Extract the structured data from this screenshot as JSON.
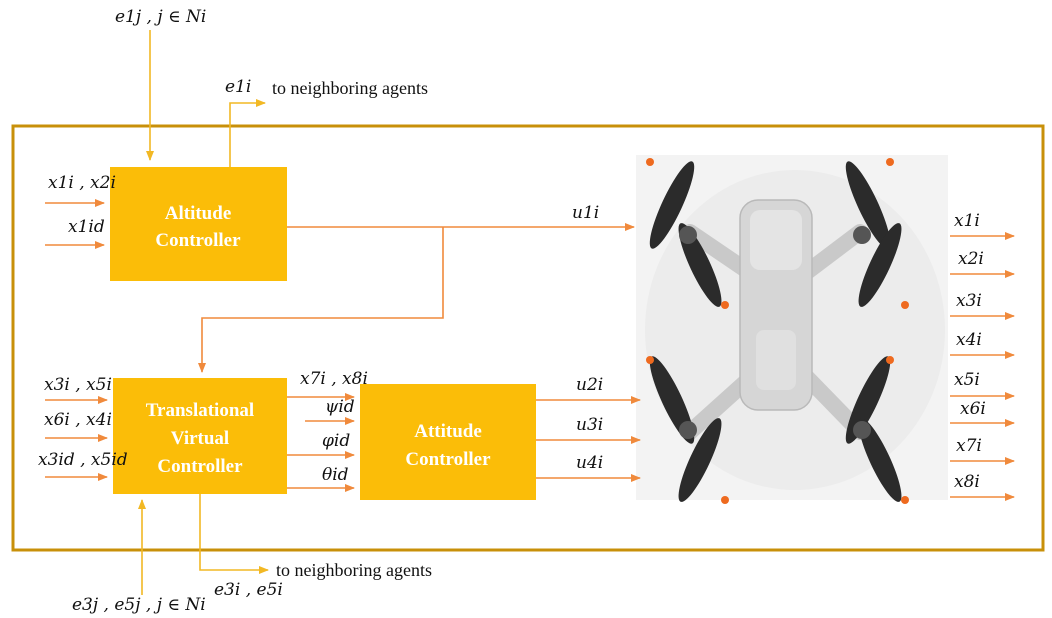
{
  "top_input_label": "e1j , j ∈ Ni",
  "top_output_label": "e1i",
  "top_output_text": "to neighboring agents",
  "bottom_input_label": "e3j , e5j , j ∈ Ni",
  "bottom_output_label": "e3i , e5i",
  "bottom_output_text": "to neighboring agents",
  "blocks": {
    "altitude": {
      "line1": "Altitude",
      "line2": "Controller"
    },
    "translational": {
      "line1": "Translational",
      "line2": "Virtual",
      "line3": "Controller"
    },
    "attitude": {
      "line1": "Attitude",
      "line2": "Controller"
    }
  },
  "altitude_inputs": [
    "x1i , x2i",
    "x1id"
  ],
  "translational_inputs": [
    "x3i , x5i",
    "x6i , x4i",
    "x3id , x5id"
  ],
  "attitude_inputs": [
    "x7i , x8i",
    "ψid",
    "φid",
    "θid"
  ],
  "control_outputs": [
    "u1i",
    "u2i",
    "u3i",
    "u4i"
  ],
  "drone_states": [
    "x1i",
    "x2i",
    "x3i",
    "x4i",
    "x5i",
    "x6i",
    "x7i",
    "x8i"
  ],
  "colors": {
    "block_fill": "#fbbd08",
    "frame": "#c8900a",
    "arrow_orange": "#f08a3c",
    "arrow_yellow": "#f2b824"
  }
}
